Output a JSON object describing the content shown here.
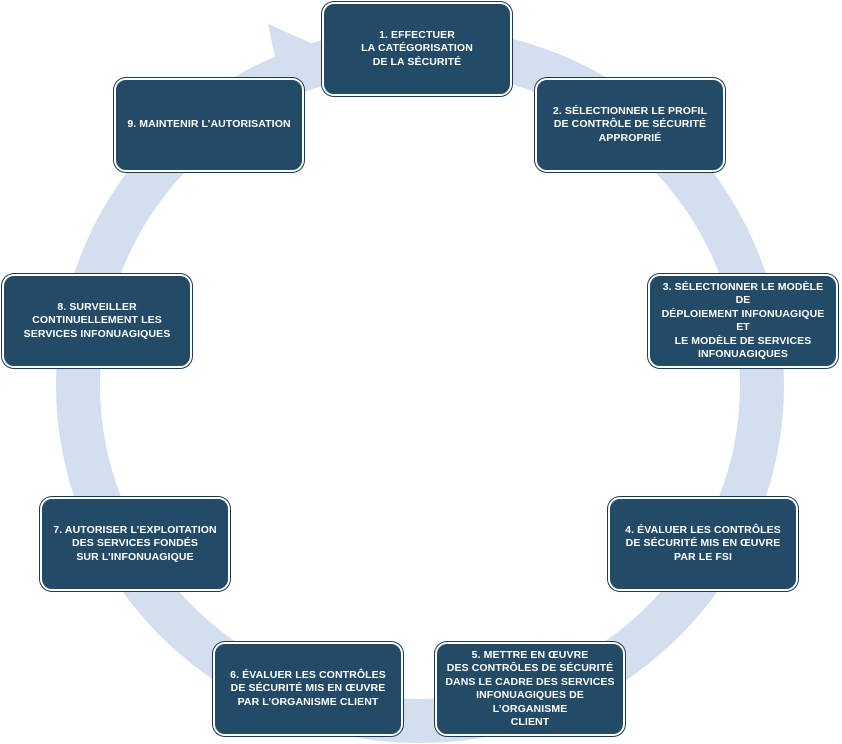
{
  "colors": {
    "box_fill": "#234a66",
    "box_border": "#ffffff",
    "ring": "#d3deef",
    "text": "#ffffff"
  },
  "steps": [
    {
      "label": "1. EFFECTUER\nLA CATÉGORISATION\nDE LA SÉCURITÉ"
    },
    {
      "label": "2. SÉLECTIONNER LE PROFIL\nDE CONTRÔLE DE SÉCURITÉ\nAPPROPRIÉ"
    },
    {
      "label": "3. SÉLECTIONNER LE MODÈLE DE\nDÉPLOIEMENT INFONUAGIQUE ET\nLE MODÈLE DE SERVICES\nINFONUAGIQUES"
    },
    {
      "label": "4. ÉVALUER LES CONTRÔLES\nDE SÉCURITÉ MIS EN ŒUVRE\nPAR LE FSI"
    },
    {
      "label": "5. METTRE EN ŒUVRE\nDES CONTRÔLES DE SÉCURITÉ\nDANS LE CADRE DES SERVICES\nINFONUAGIQUES DE l’ORGANISME\nCLIENT"
    },
    {
      "label": "6. ÉVALUER LES CONTRÔLES\nDE SÉCURITÉ MIS EN ŒUVRE\nPAR  L’ORGANISME CLIENT"
    },
    {
      "label": "7. AUTORISER L’EXPLOITATION\nDES SERVICES FONDÉS\nSUR L’INFONUAGIQUE"
    },
    {
      "label": "8. SURVEILLER\nCONTINUELLEMENT LES\nSERVICES INFONUAGIQUES"
    },
    {
      "label": "9. MAINTENIR L’AUTORISATION"
    }
  ]
}
